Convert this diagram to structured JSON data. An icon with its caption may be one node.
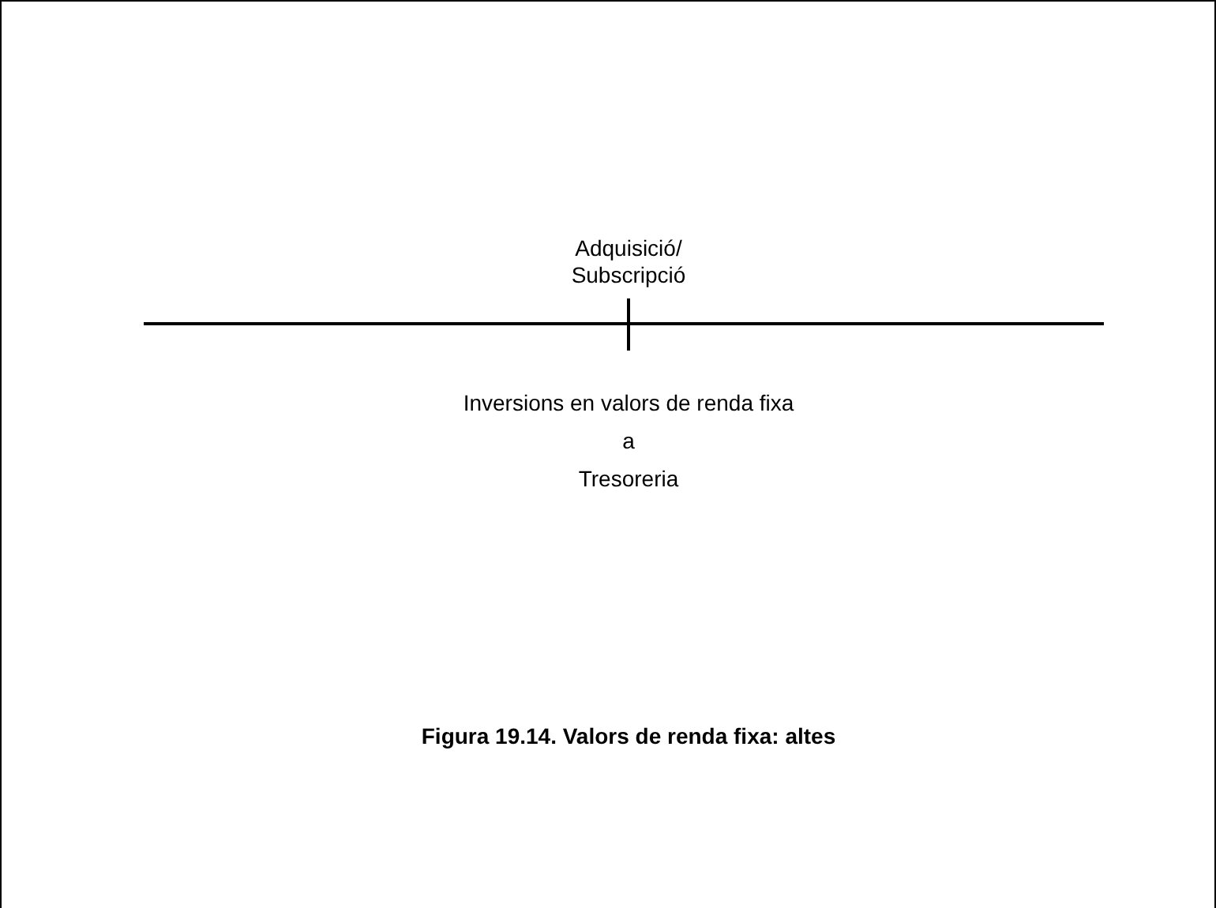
{
  "diagram": {
    "caption": "Figura 19.14. Valors de renda fixa: altes",
    "labels": [
      "Adquisició/ Subscripció",
      "Inversions en valors de renda fixa",
      "a",
      "Tresoreria"
    ]
  }
}
